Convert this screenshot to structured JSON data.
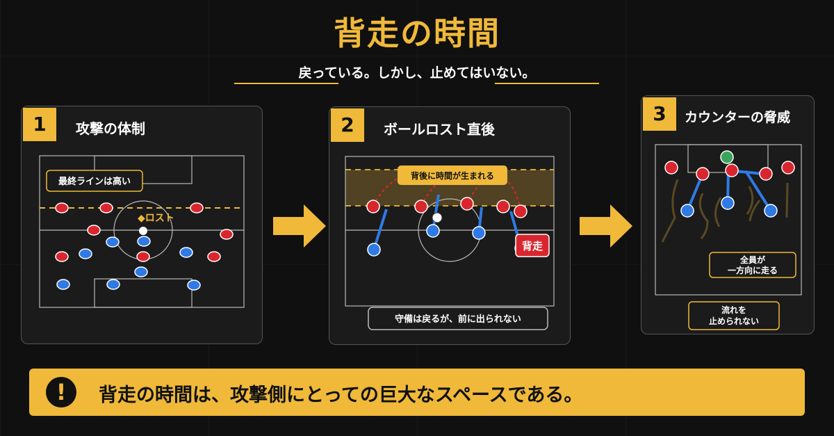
{
  "header": {
    "title": "背走の時間",
    "subtitle": "戻っている。しかし、止めてはいない。"
  },
  "panels": [
    {
      "number": "1",
      "title": "攻撃の体制",
      "tags": {
        "high_line": "最終ラインは高い",
        "lost": "◆ロスト"
      }
    },
    {
      "number": "2",
      "title": "ボールロスト直後",
      "tags": {
        "zone": "背後に時間が生まれる",
        "run": "背走",
        "caption": "守備は戻るが、前に出られない"
      }
    },
    {
      "number": "3",
      "title": "カウンターの脅威",
      "tags": {
        "all_line1": "全員が",
        "all_line2": "一方向に走る",
        "stop_line1": "流れを",
        "stop_line2": "止められない"
      }
    }
  ],
  "banner": {
    "icon": "exclamation-icon",
    "text": "背走の時間は、攻撃側にとっての巨大なスペースである。"
  },
  "colors": {
    "accent": "#f0b93a",
    "red_team": "#d9262e",
    "blue_team": "#2f7ae5",
    "keeper": "#3aa55a",
    "background": "#101010"
  }
}
